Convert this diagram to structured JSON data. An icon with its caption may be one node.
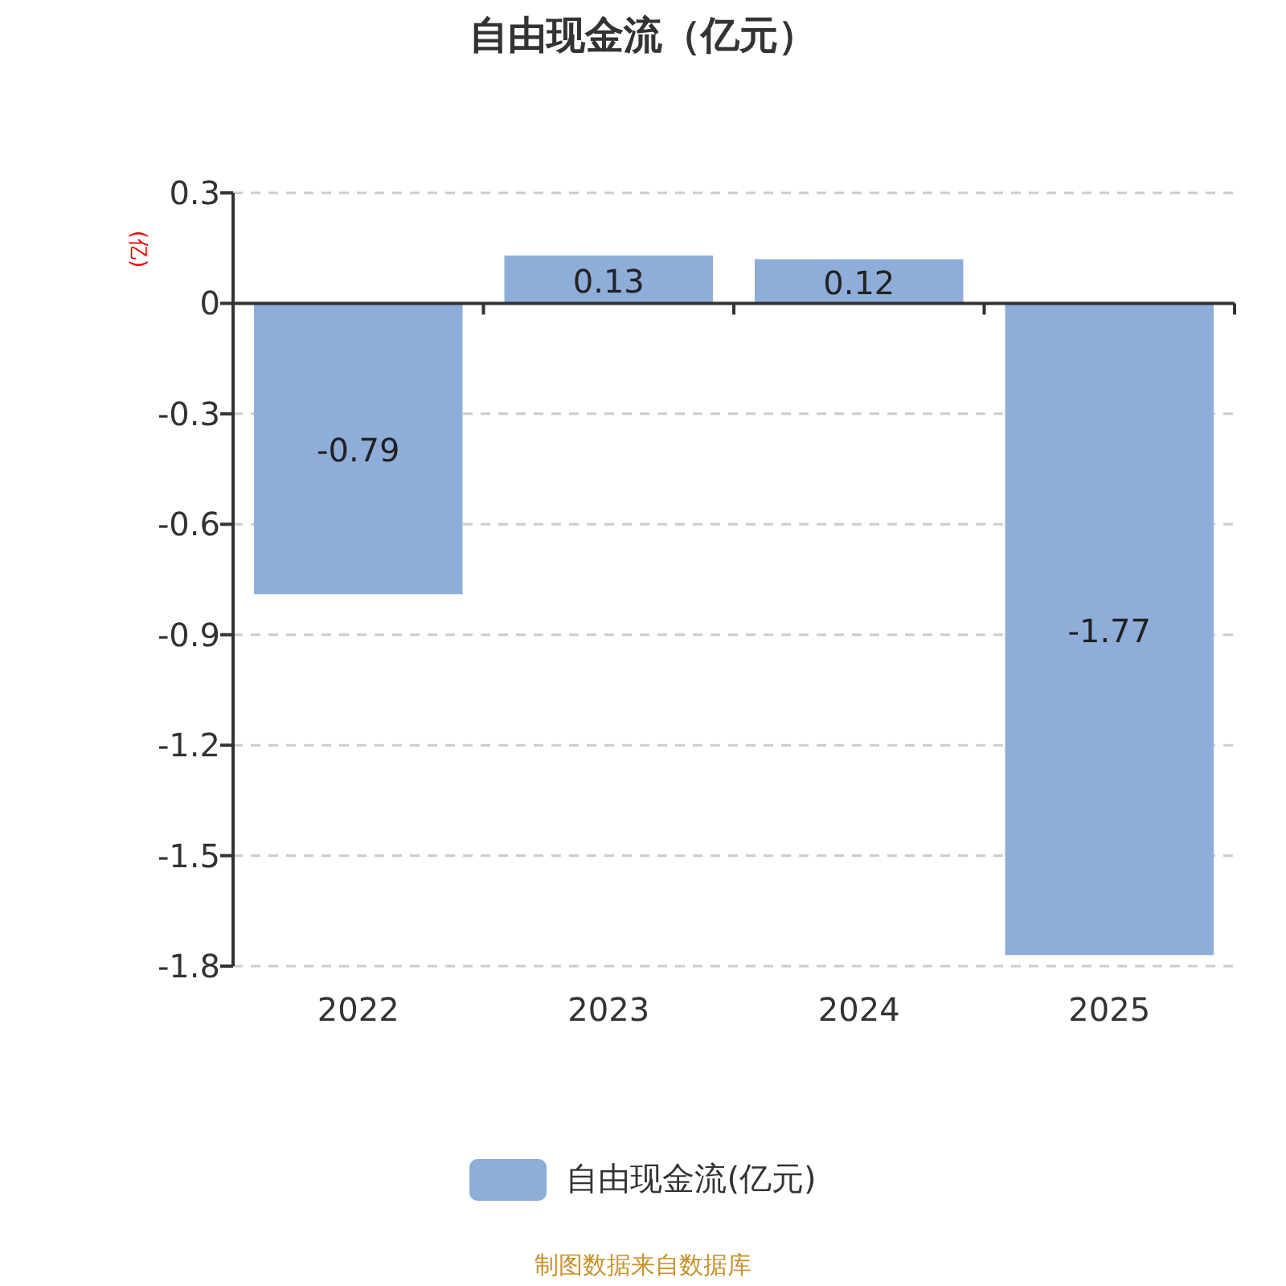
{
  "diagram": {
    "title": "自由现金流（亿元）",
    "caption": "制图数据来自数据库",
    "legend": [
      {
        "text": "自由现金流(亿元)",
        "color": "#8eadd9"
      }
    ],
    "chart_data": {
      "type": "bar",
      "ylabel": "(亿)",
      "categories": [
        "2022",
        "2023",
        "2024",
        "2025"
      ],
      "series": [
        {
          "color": "#8eadd9",
          "values": [
            -0.79,
            0.13,
            0.12,
            -1.77
          ]
        }
      ],
      "ylim": [
        -1.8,
        0.3
      ],
      "yticks": [
        0.3,
        0,
        -0.3,
        -0.6,
        -0.9,
        -1.2,
        -1.5,
        -1.8
      ],
      "data_labels": true,
      "grid": true
    }
  }
}
